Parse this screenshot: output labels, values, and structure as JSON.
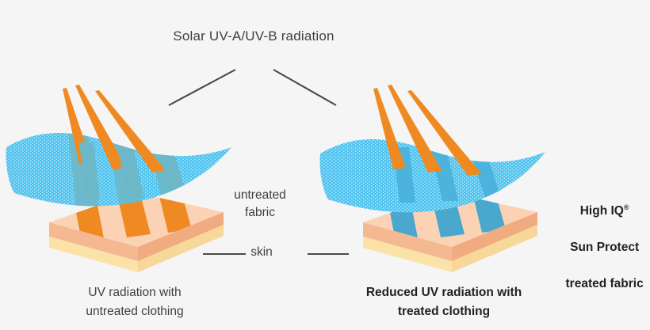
{
  "figure": {
    "title": "Solar UV-A/UV-B radiation",
    "labels": {
      "untreated_fabric": "untreated\nfabric",
      "skin": "skin",
      "treated_fabric_line1": "High IQ",
      "treated_fabric_mark": "®",
      "treated_fabric_line2": "Sun Protect",
      "treated_fabric_line3": "treated fabric"
    },
    "captions": {
      "left": "UV radiation with\nuntreated clothing",
      "right": "Reduced UV radiation with\ntreated clothing"
    },
    "panels": [
      {
        "name": "untreated",
        "fabric": "untreated mesh fabric",
        "ray_color_above": "#ef8a22",
        "ray_color_below": "#ef8a22",
        "ray_count": 3,
        "outcome": "UV rays pass through and reach the skin"
      },
      {
        "name": "treated",
        "fabric": "High IQ Sun Protect treated fabric",
        "ray_color_above": "#ef8a22",
        "ray_color_below": "#4aa8ce",
        "ray_count": 3,
        "outcome": "UV rays are attenuated by the treated fabric"
      }
    ],
    "colors": {
      "background": "#f5f5f5",
      "ray_orange": "#ef8a22",
      "ray_blue": "#4aa8ce",
      "fabric_cyan": "#4fc3ef",
      "fabric_cyan_dots": "#aee6fa",
      "overlap_teal": "#6cb8c9",
      "skin_top": "#fbd3b4",
      "skin_mid": "#f5b992",
      "skin_bottom": "#fbe2a8",
      "leader_line": "#4a4a4a",
      "text": "#3f3f3f"
    },
    "icons": [
      "leader-line-left-icon",
      "leader-line-right-icon",
      "skin-leader-left-icon",
      "skin-leader-right-icon"
    ]
  }
}
